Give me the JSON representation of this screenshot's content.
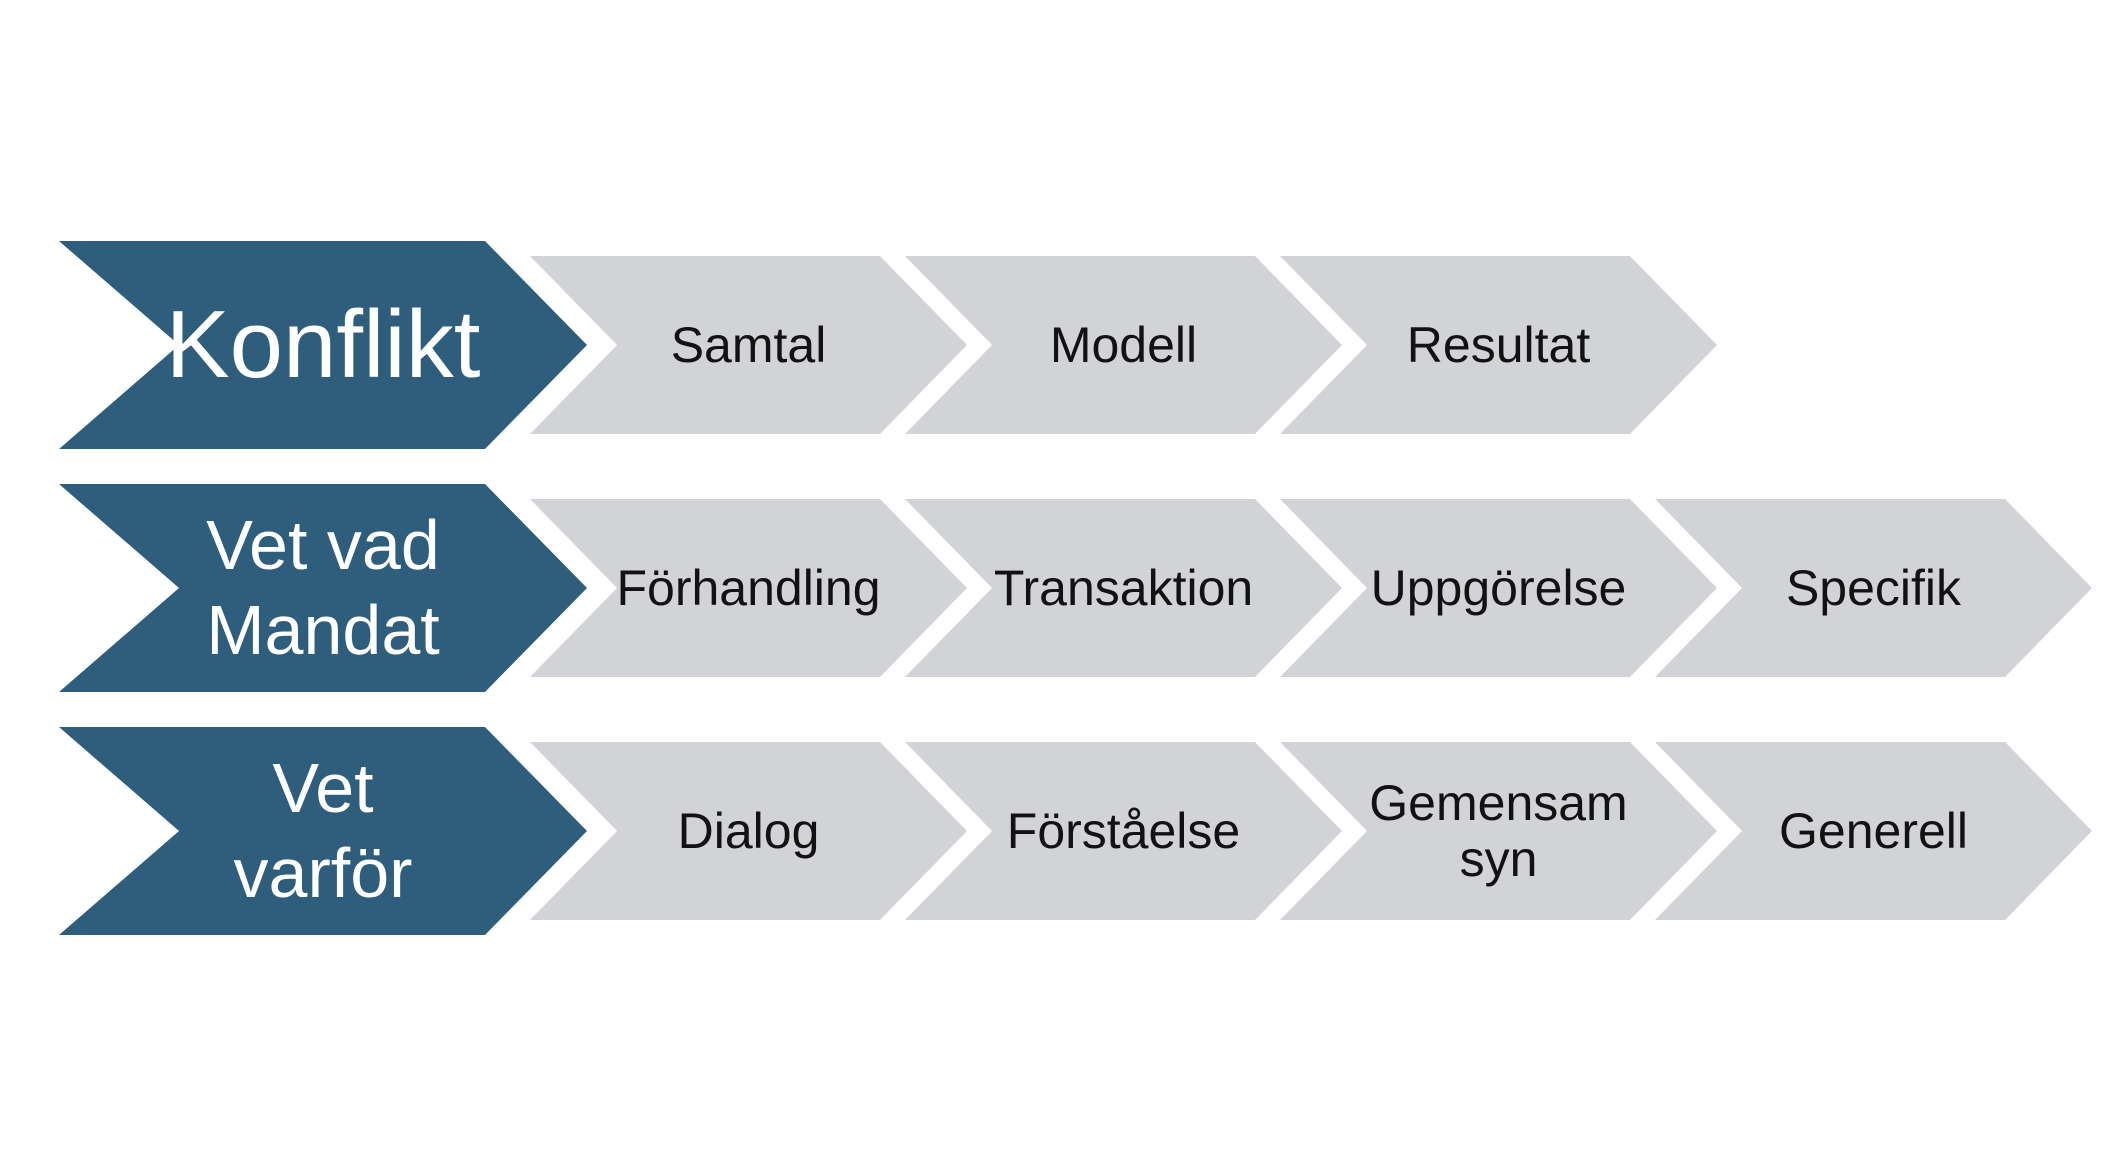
{
  "colors": {
    "primary_blue": "#2F5D7C",
    "chevron_gray": "#D1D3D6",
    "text_dark": "#121212",
    "text_light": "#FFFFFF",
    "background": "#FFFFFF"
  },
  "diagram": {
    "rows": [
      {
        "header": "Konflikt",
        "steps": [
          "Samtal",
          "Modell",
          "Resultat"
        ]
      },
      {
        "header": "Vet vad\nMandat",
        "steps": [
          "Förhandling",
          "Transaktion",
          "Uppgörelse",
          "Specifik"
        ]
      },
      {
        "header": "Vet\nvarför",
        "steps": [
          "Dialog",
          "Förståelse",
          "Gemensam\nsyn",
          "Generell"
        ]
      }
    ]
  }
}
